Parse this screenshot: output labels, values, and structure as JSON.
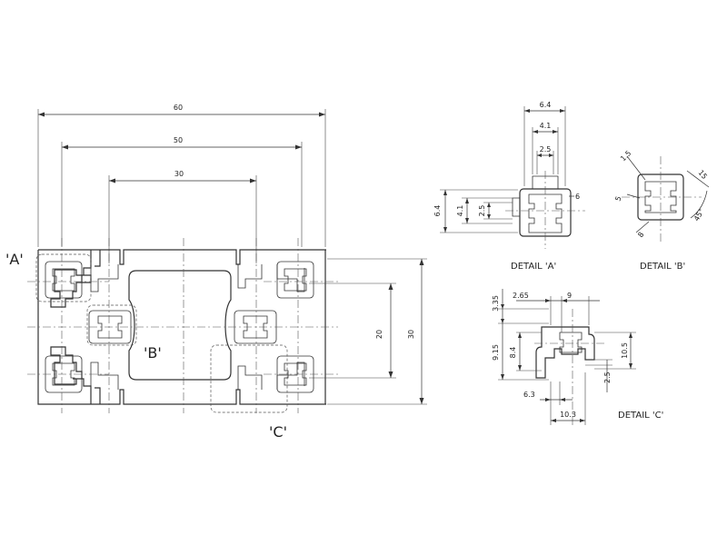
{
  "main_profile": {
    "dims": {
      "width_60": "60",
      "width_50": "50",
      "width_30": "30",
      "height_20": "20",
      "height_30": "30"
    },
    "callouts": {
      "a": "'A'",
      "b": "'B'",
      "c": "'C'"
    }
  },
  "detail_a": {
    "caption": "DETAIL 'A'",
    "dims": {
      "top_64": "6.4",
      "top_41": "4.1",
      "top_25": "2.5",
      "left_64": "6.4",
      "left_41": "4.1",
      "left_25": "2.5",
      "right_6": "6"
    }
  },
  "detail_b": {
    "caption": "DETAIL 'B'",
    "dims": {
      "d_15": "1.5",
      "d_5": "5",
      "d_8": "8",
      "d_15b": "15",
      "d_45": "45°"
    }
  },
  "detail_c": {
    "caption": "DETAIL 'C'",
    "dims": {
      "d_335": "3.35",
      "d_265": "2.65",
      "d_9": "9",
      "d_915": "9.15",
      "d_84": "8.4",
      "d_105": "10.5",
      "d_25": "2.5",
      "d_63": "6.3",
      "d_103": "10.3"
    }
  }
}
